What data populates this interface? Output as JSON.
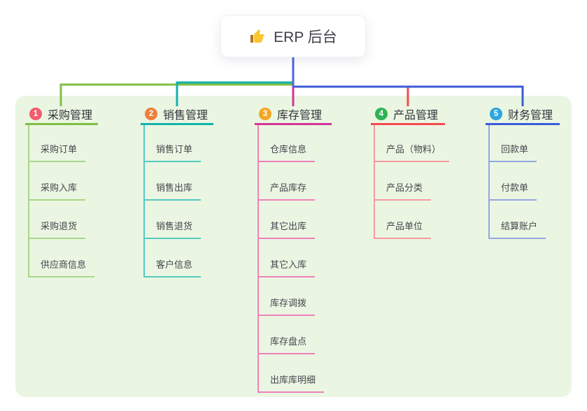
{
  "root": {
    "icon": "thumbs-up-icon",
    "label": "ERP 后台",
    "line_color": "#5065e2"
  },
  "panel_color": "#eaf6e2",
  "branches": [
    {
      "index": "1",
      "label": "采购管理",
      "badge_color": "#f25c6c",
      "line_color": "#82bd45",
      "child_line_color": "#a9d689",
      "children": [
        {
          "label": "采购订单"
        },
        {
          "label": "采购入库"
        },
        {
          "label": "采购退货"
        },
        {
          "label": "供应商信息"
        }
      ]
    },
    {
      "index": "2",
      "label": "销售管理",
      "badge_color": "#ef7e3a",
      "line_color": "#13b2ac",
      "child_line_color": "#56c9c2",
      "children": [
        {
          "label": "销售订单"
        },
        {
          "label": "销售出库"
        },
        {
          "label": "销售退货"
        },
        {
          "label": "客户信息"
        }
      ]
    },
    {
      "index": "3",
      "label": "库存管理",
      "badge_color": "#f3a723",
      "line_color": "#d4359a",
      "child_line_color": "#ee82ba",
      "children": [
        {
          "label": "仓库信息"
        },
        {
          "label": "产品库存"
        },
        {
          "label": "其它出库"
        },
        {
          "label": "其它入库"
        },
        {
          "label": "库存调拨"
        },
        {
          "label": "库存盘点"
        },
        {
          "label": "出库库明细"
        }
      ]
    },
    {
      "index": "4",
      "label": "产品管理",
      "badge_color": "#2fb354",
      "line_color": "#f54a4f",
      "child_line_color": "#f79ba0",
      "children": [
        {
          "label": "产品（物料）"
        },
        {
          "label": "产品分类"
        },
        {
          "label": "产品单位"
        }
      ]
    },
    {
      "index": "5",
      "label": "财务管理",
      "badge_color": "#2aa6e0",
      "line_color": "#3d5bd8",
      "child_line_color": "#94a6e1",
      "children": [
        {
          "label": "回款单"
        },
        {
          "label": "付款单"
        },
        {
          "label": "结算账户"
        }
      ]
    }
  ]
}
